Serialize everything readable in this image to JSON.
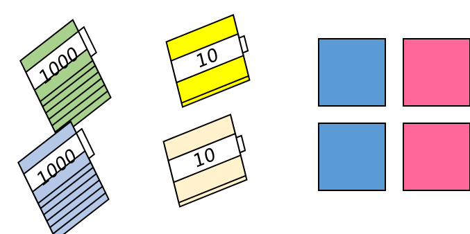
{
  "stacks": [
    {
      "label": "1000",
      "color": "#a9d18e",
      "icon": "green-banknote-stack-icon"
    },
    {
      "label": "1000",
      "color": "#b4c7e7",
      "icon": "blue-banknote-stack-icon"
    },
    {
      "label": "10",
      "color": "#ffff00",
      "icon": "yellow-banknote-stack-icon"
    },
    {
      "label": "10",
      "color": "#fff2cc",
      "icon": "cream-banknote-stack-icon"
    }
  ],
  "squares": [
    {
      "color": "#5b9bd5",
      "name": "blue"
    },
    {
      "color": "#ff6699",
      "name": "pink"
    },
    {
      "color": "#5b9bd5",
      "name": "blue"
    },
    {
      "color": "#ff6699",
      "name": "pink"
    }
  ],
  "colors": {
    "outline": "#000000",
    "band": "#ffffff"
  }
}
